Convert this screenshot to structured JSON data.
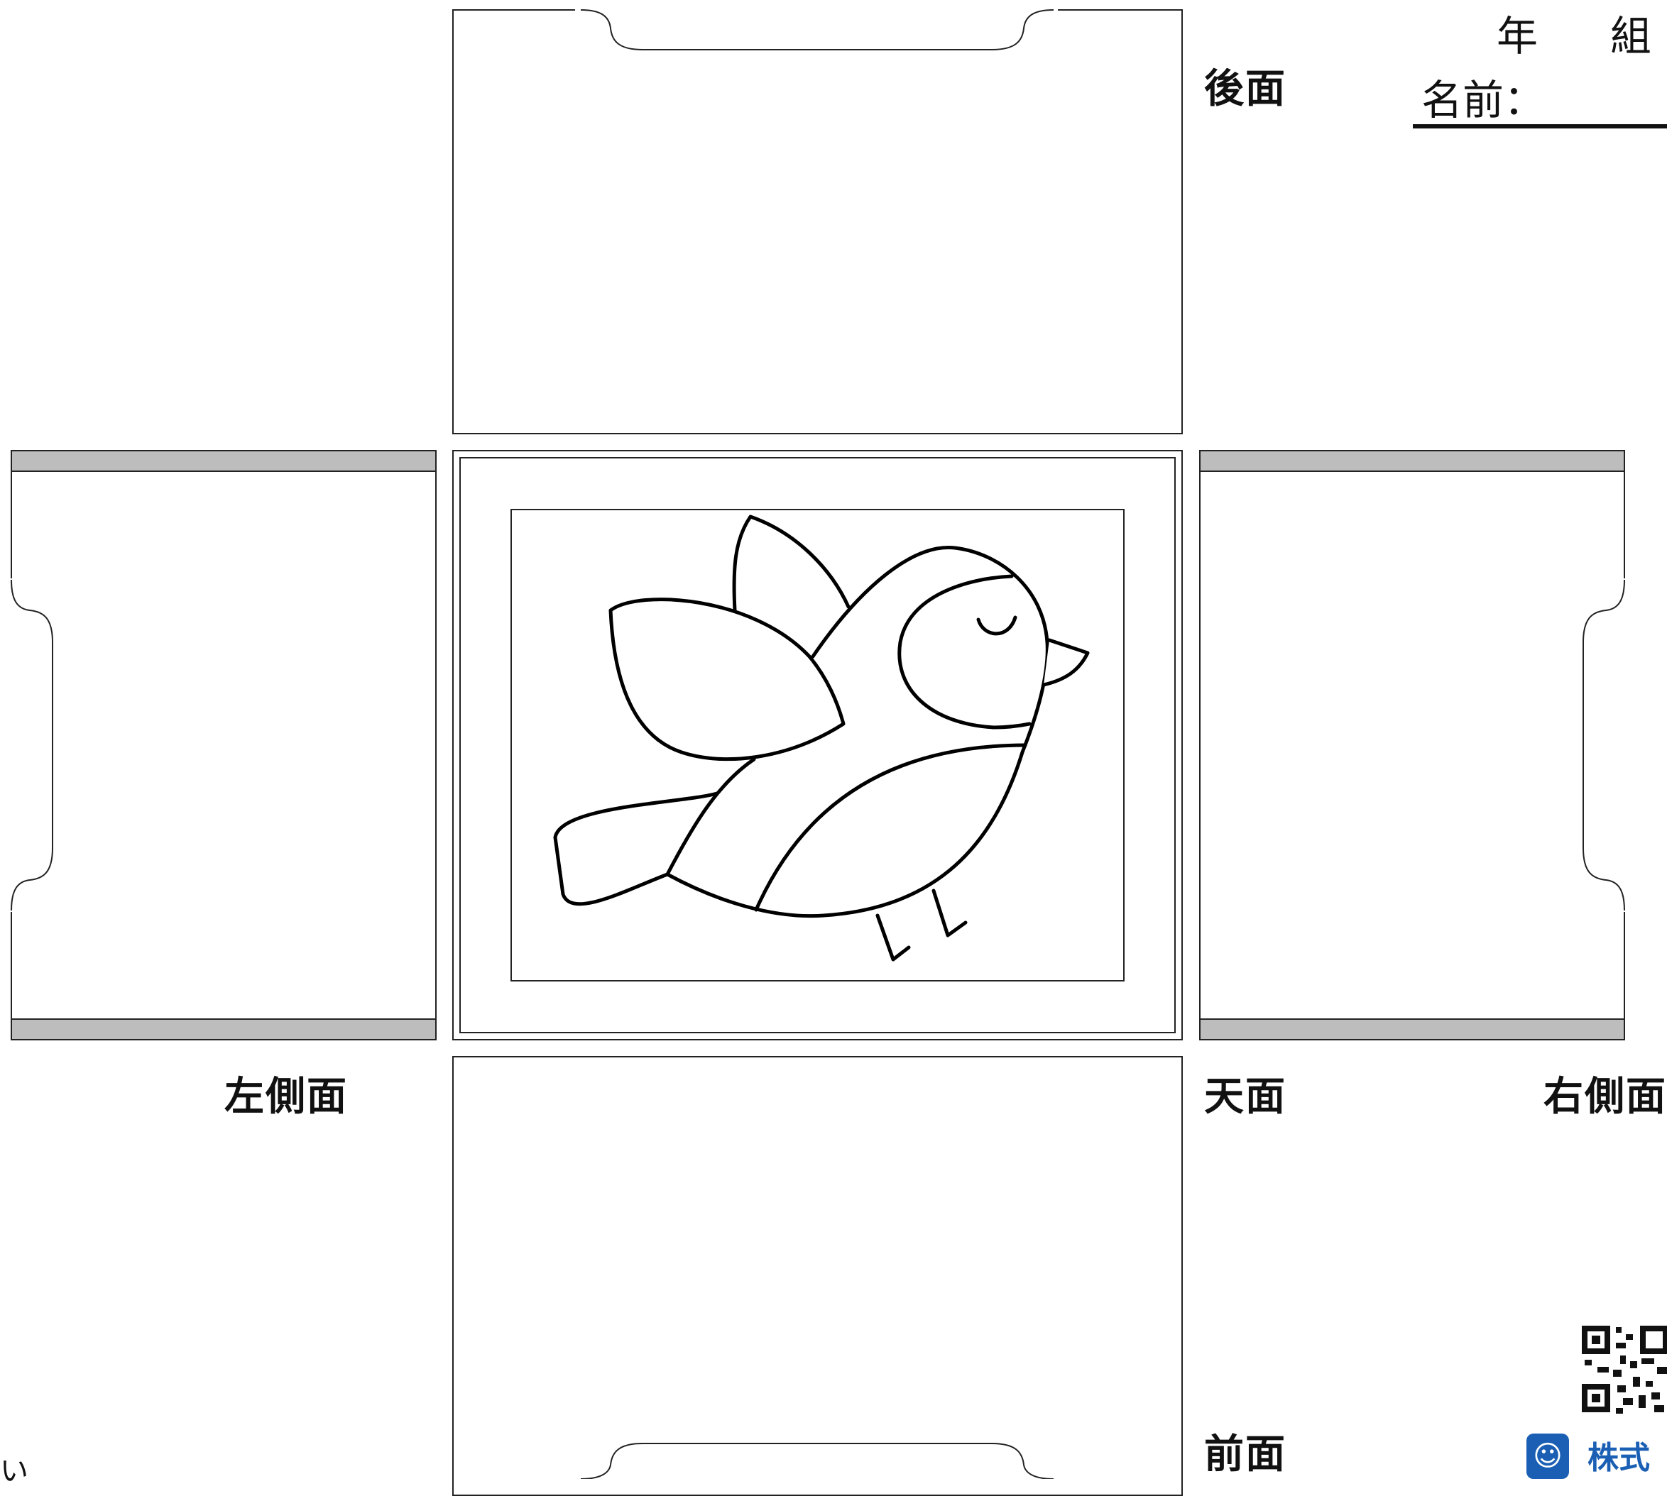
{
  "faces": {
    "back": "後面",
    "left": "左側面",
    "top": "天面",
    "right": "右側面",
    "front": "前面"
  },
  "header": {
    "year": "年",
    "class": "組",
    "name_label": "名前："
  },
  "center_image": "bird-line-drawing",
  "logo": {
    "icon": "children-logo-icon",
    "text": "株式",
    "color": "#1a5fb4"
  },
  "corner_fragment": "い",
  "tab_color": "#bdbdbd"
}
